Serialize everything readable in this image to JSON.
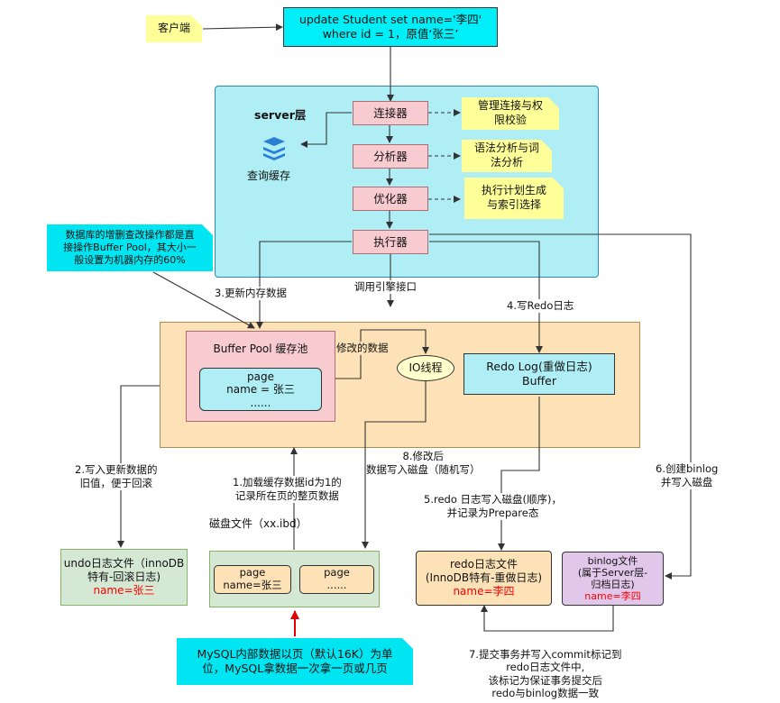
{
  "client": {
    "label": "客户端"
  },
  "sql": {
    "line1": "update Student set name='李四'",
    "line2": "where id = 1，原值‘张三’"
  },
  "server": {
    "title": "server层",
    "query_cache": "查询缓存",
    "connector": "连接器",
    "analyzer": "分析器",
    "optimizer": "优化器",
    "executor": "执行器",
    "note_connector": [
      "管理连接与权",
      "限校验"
    ],
    "note_analyzer": [
      "语法分析与词",
      "法分析"
    ],
    "note_optimizer": [
      "执行计划生成",
      "与索引选择"
    ]
  },
  "buffer_note": [
    "数据库的增删查改操作都是直",
    "接操作Buffer Pool，其大小一",
    "般设置为机器内存的60%"
  ],
  "steps": {
    "s1": [
      "1.加载缓存数据id为1的",
      "记录所在页的整页数据"
    ],
    "s2": [
      "2.写入更新数据的",
      "旧值，便于回滚"
    ],
    "s3": "3.更新内存数据",
    "s4": "4.写Redo日志",
    "s5": [
      "5.redo 日志写入磁盘(顺序)，",
      "并记录为Prepare态"
    ],
    "s6": [
      "6.创建binlog",
      "并写入磁盘"
    ],
    "s7": [
      "7.提交事务并写入commit标记到",
      "redo日志文件中,",
      "该标记为保证事务提交后",
      "redo与binlog数据一致"
    ],
    "s8": [
      "8.修改后",
      "数据写入磁盘（随机写）"
    ]
  },
  "engine_call": "调用引擎接口",
  "buffer_pool": {
    "title": "Buffer Pool 缓存池",
    "page": "page",
    "name": "name = 张三",
    "dots": "......"
  },
  "modified_data": "修改的数据",
  "io_thread": "IO线程",
  "redo_buffer": [
    "Redo Log(重做日志)",
    "Buffer"
  ],
  "disk_file": {
    "title": "磁盘文件（xx.ibd）",
    "page1": [
      "page",
      "name=张三"
    ],
    "page2": [
      "page",
      "......"
    ]
  },
  "undo": {
    "lines": [
      "undo日志文件（innoDB",
      "特有-回滚日志)"
    ],
    "value": "name=张三"
  },
  "redo_file": {
    "lines": [
      "redo日志文件",
      "(InnoDB特有-重做日志)"
    ],
    "value": "name=李四"
  },
  "binlog_file": {
    "lines": [
      "binlog文件",
      "(属于Server层-",
      "归档日志)"
    ],
    "value": "name=李四"
  },
  "mysql_note": [
    "MySQL内部数据以页（默认16K）为单",
    "位，MySQL拿数据一次拿一页或几页"
  ]
}
